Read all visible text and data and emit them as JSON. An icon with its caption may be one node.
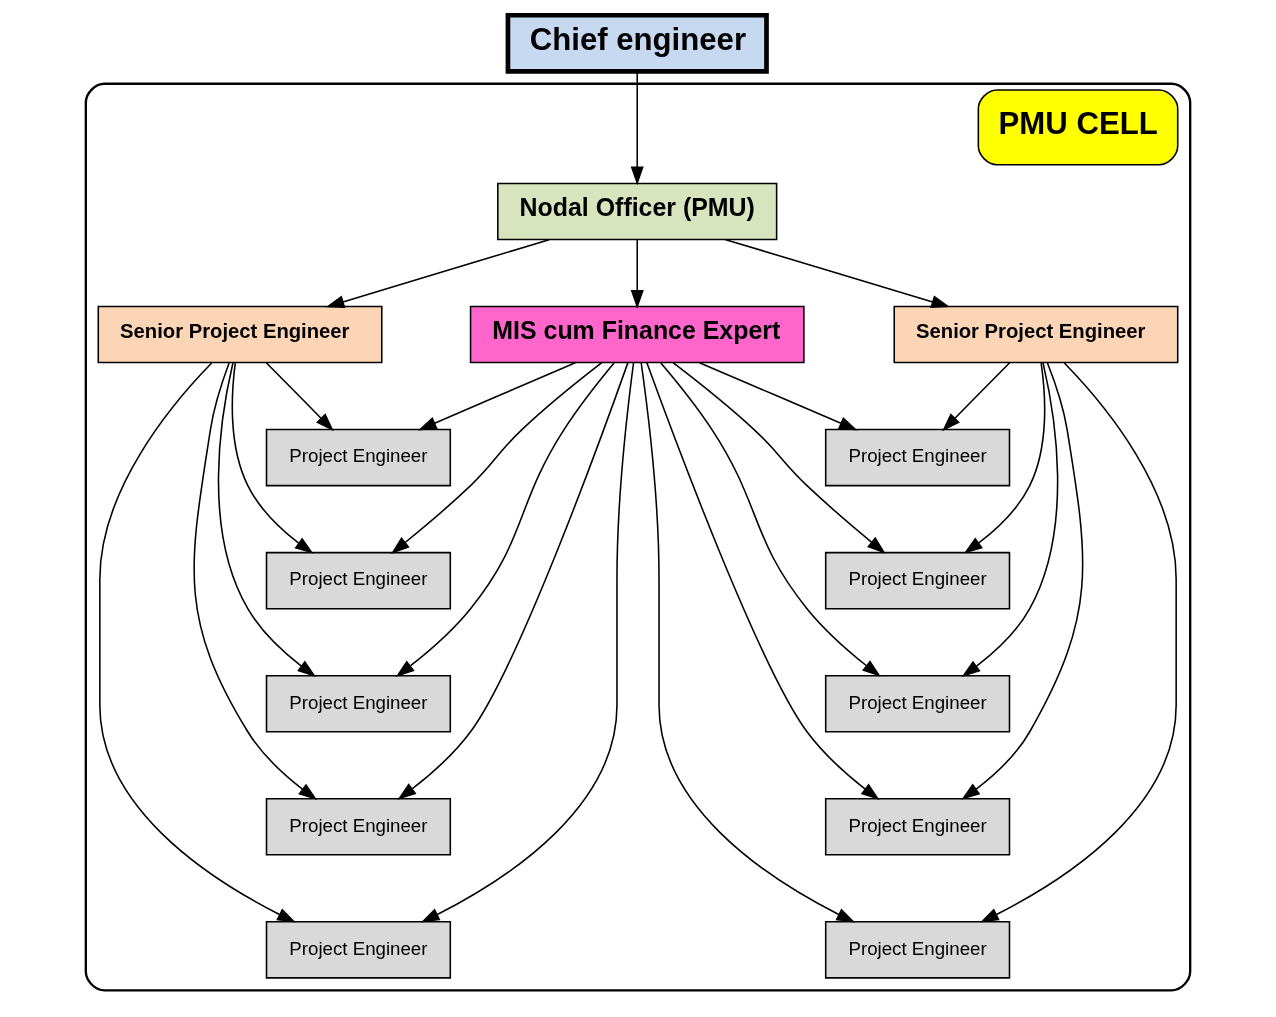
{
  "diagram": {
    "nodes": [
      {
        "text": [
          "Chief engineer"
        ]
      },
      {
        "text": [
          "PMU CELL"
        ]
      },
      {
        "text": [
          "Nodal Officer (PMU)"
        ],
        "in": 1
      },
      {
        "text": [
          "Senior Project Engineer"
        ],
        "in": 1
      },
      {
        "text": [
          "MIS cum Finance Expert"
        ],
        "in": 1
      },
      {
        "text": [
          "Senior Project Engineer"
        ],
        "in": 1
      },
      {
        "text": [
          "Project Engineer"
        ],
        "in": 1
      },
      {
        "text": [
          "Project Engineer"
        ],
        "in": 1
      },
      {
        "text": [
          "Project Engineer"
        ],
        "in": 1
      },
      {
        "text": [
          "Project Engineer"
        ],
        "in": 1
      },
      {
        "text": [
          "Project Engineer"
        ],
        "in": 1
      },
      {
        "text": [
          "Project Engineer"
        ],
        "in": 1
      },
      {
        "text": [
          "Project Engineer"
        ],
        "in": 1
      },
      {
        "text": [
          "Project Engineer"
        ],
        "in": 1
      },
      {
        "text": [
          "Project Engineer"
        ],
        "in": 1
      },
      {
        "text": [
          "Project Engineer"
        ],
        "in": 1
      }
    ],
    "edges": [
      {
        "from": 0,
        "to": 2,
        "arrow": "to"
      },
      {
        "from": 2,
        "to": 3,
        "arrow": "to"
      },
      {
        "from": 2,
        "to": 4,
        "arrow": "to"
      },
      {
        "from": 2,
        "to": 5,
        "arrow": "to"
      },
      {
        "from": 3,
        "to": 6,
        "arrow": "to"
      },
      {
        "from": 3,
        "to": 7,
        "arrow": "to"
      },
      {
        "from": 3,
        "to": 8,
        "arrow": "to"
      },
      {
        "from": 3,
        "to": 9,
        "arrow": "to"
      },
      {
        "from": 3,
        "to": 10,
        "arrow": "to"
      },
      {
        "from": 4,
        "to": 6,
        "arrow": "to"
      },
      {
        "from": 4,
        "to": 7,
        "arrow": "to"
      },
      {
        "from": 4,
        "to": 8,
        "arrow": "to"
      },
      {
        "from": 4,
        "to": 9,
        "arrow": "to"
      },
      {
        "from": 4,
        "to": 10,
        "arrow": "to"
      },
      {
        "from": 4,
        "to": 11,
        "arrow": "to"
      },
      {
        "from": 4,
        "to": 12,
        "arrow": "to"
      },
      {
        "from": 4,
        "to": 13,
        "arrow": "to"
      },
      {
        "from": 4,
        "to": 14,
        "arrow": "to"
      },
      {
        "from": 4,
        "to": 15,
        "arrow": "to"
      },
      {
        "from": 5,
        "to": 11,
        "arrow": "to"
      },
      {
        "from": 5,
        "to": 12,
        "arrow": "to"
      },
      {
        "from": 5,
        "to": 13,
        "arrow": "to"
      },
      {
        "from": 5,
        "to": 14,
        "arrow": "to"
      },
      {
        "from": 5,
        "to": 15,
        "arrow": "to"
      }
    ]
  }
}
